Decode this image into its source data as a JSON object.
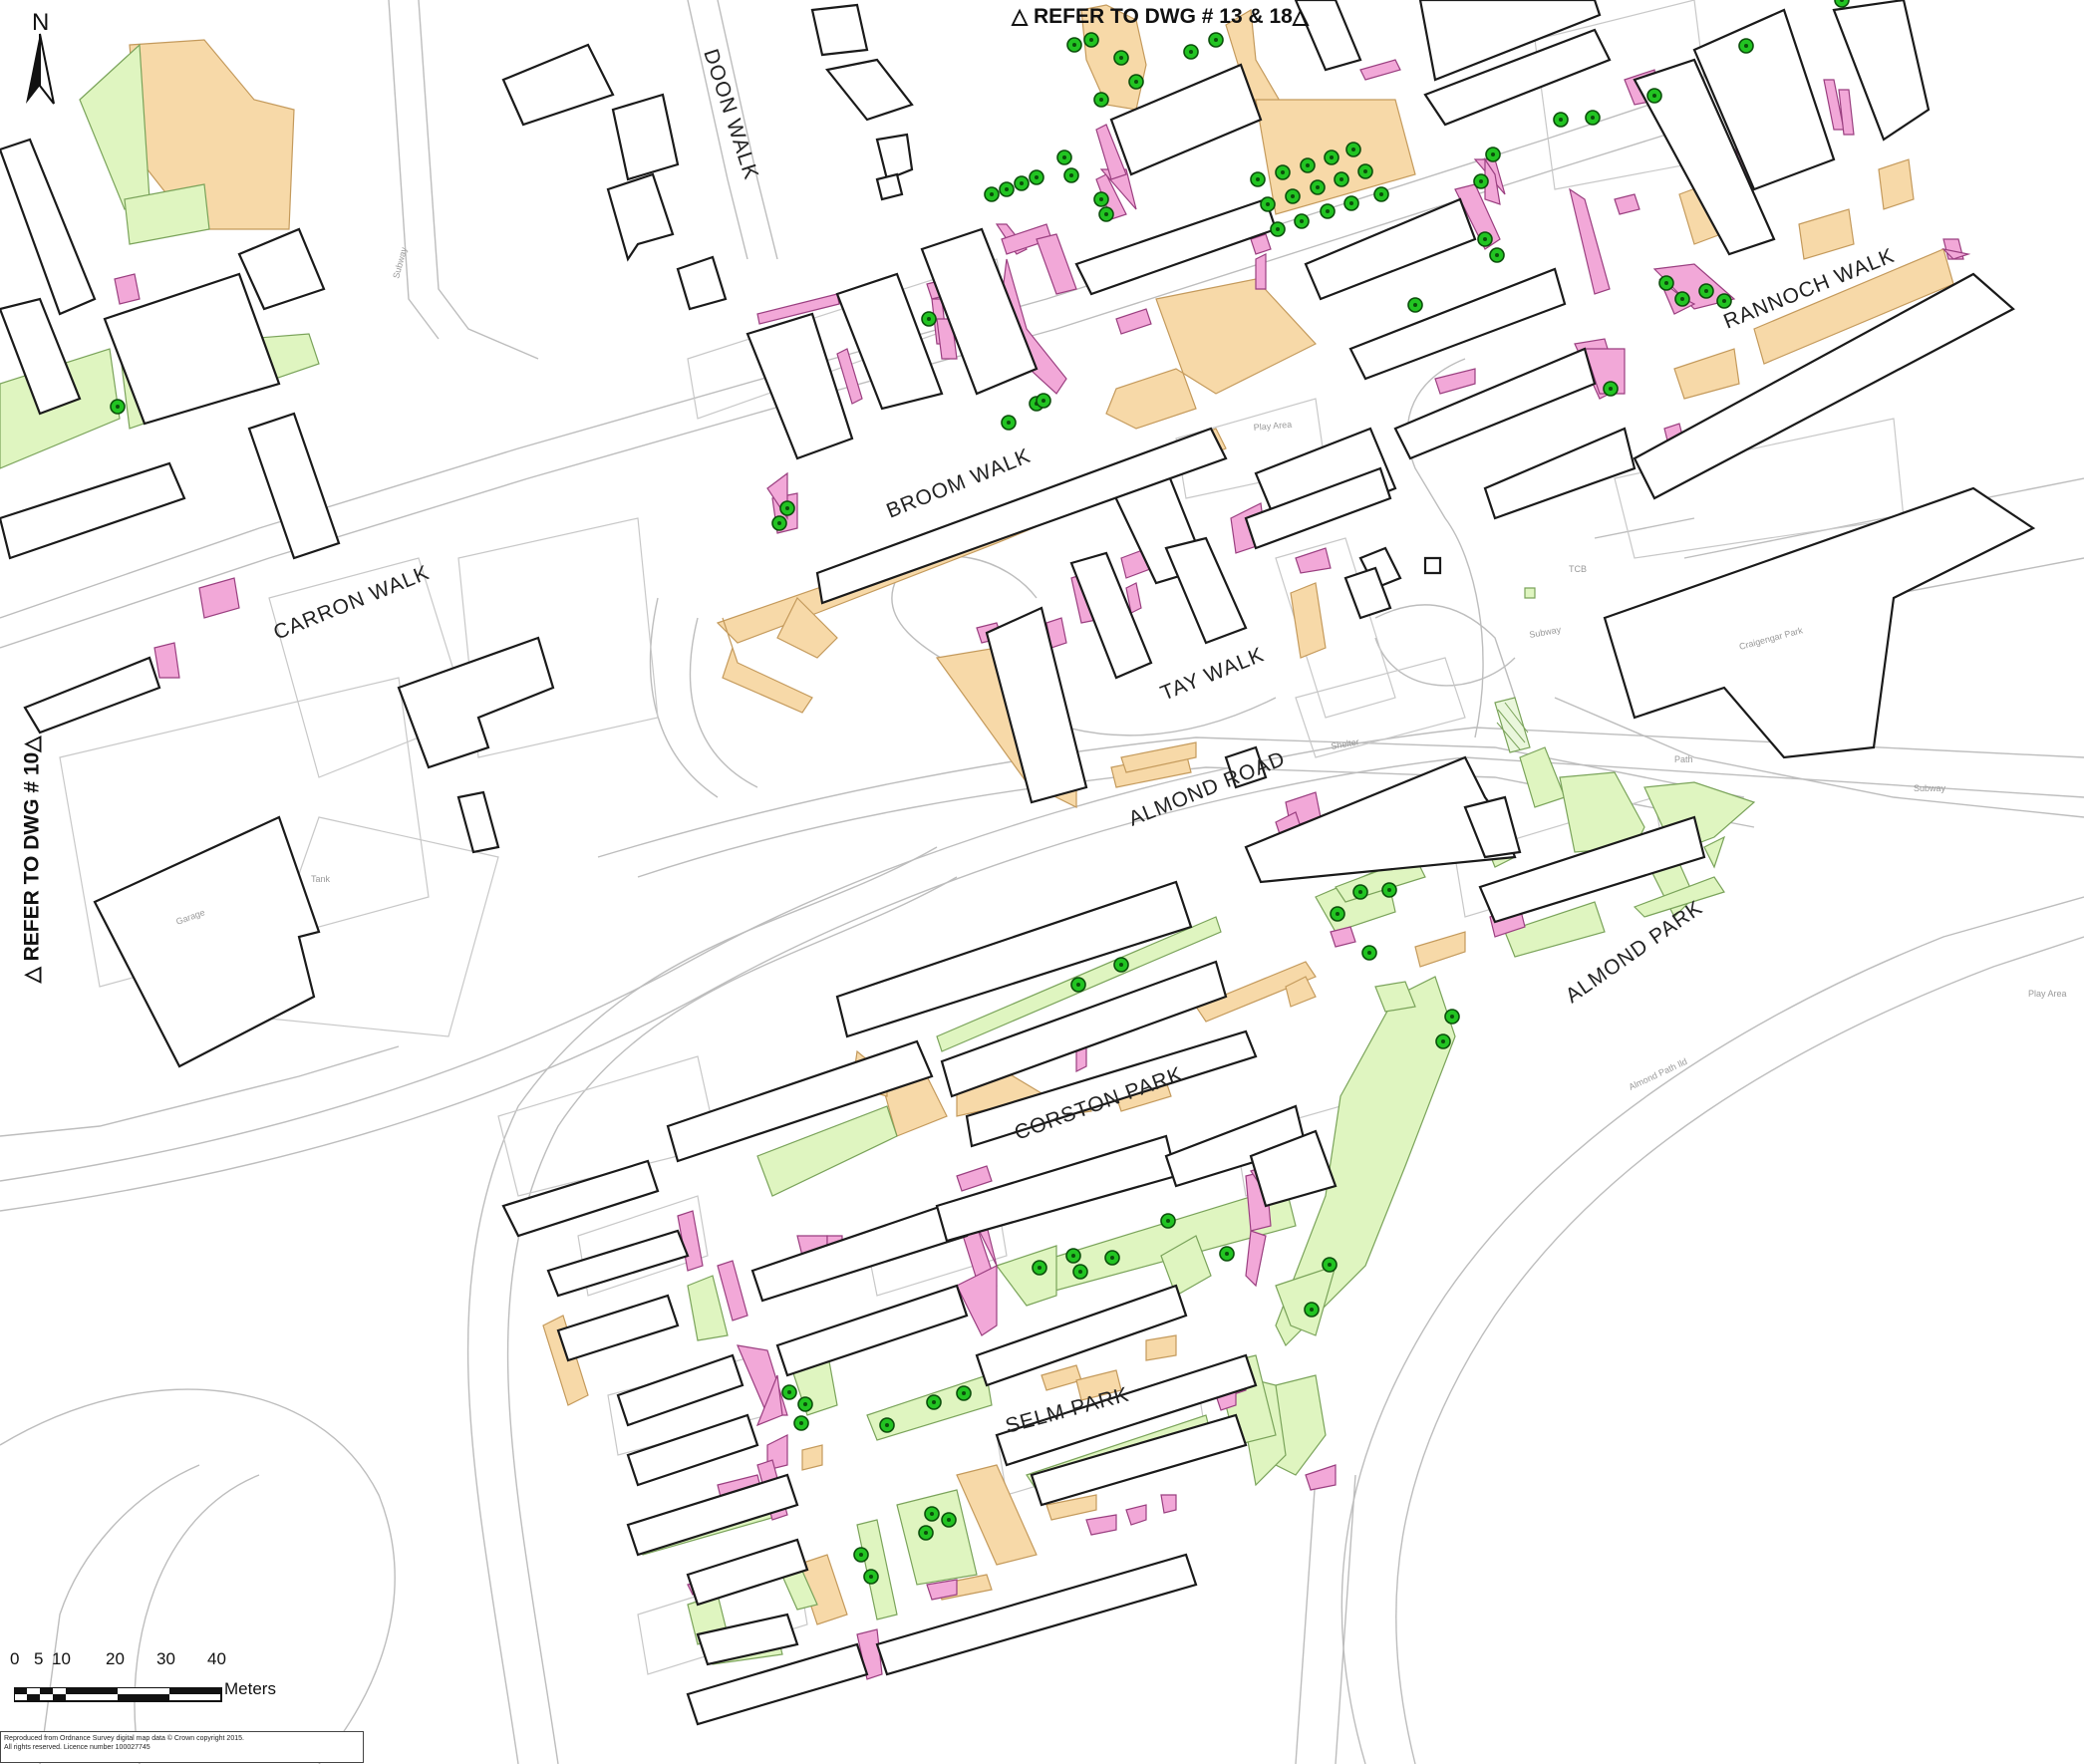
{
  "references": {
    "top": "△ REFER TO DWG # 13 & 18△",
    "left": "△ REFER TO DWG # 10△"
  },
  "north_arrow": {
    "label": "N",
    "icon": "north-arrow-icon"
  },
  "streets": [
    {
      "id": "doon",
      "name": "DOON WALK"
    },
    {
      "id": "carron",
      "name": "CARRON WALK"
    },
    {
      "id": "broom",
      "name": "BROOM WALK"
    },
    {
      "id": "tay",
      "name": "TAY WALK"
    },
    {
      "id": "rannoch",
      "name": "RANNOCH WALK"
    },
    {
      "id": "almond_road",
      "name": "ALMOND ROAD"
    },
    {
      "id": "almond_park",
      "name": "ALMOND PARK"
    },
    {
      "id": "corston",
      "name": "CORSTON PARK"
    },
    {
      "id": "selm",
      "name": "SELM PARK"
    }
  ],
  "feature_labels": {
    "play_area": "Play Area",
    "garage": "Garage",
    "tank": "Tank",
    "subway": "Subway",
    "shelter": "Shelter",
    "craigengar_park": "Craigengar Park",
    "almond_path": "Almond Path Ild",
    "play_area_right": "Play Area",
    "path": "Path",
    "tcb": "TCB"
  },
  "scale_bar": {
    "ticks": [
      "0",
      "5",
      "10",
      "20",
      "30",
      "40"
    ],
    "unit": "Meters"
  },
  "credit": {
    "line1": "Reproduced from Ordnance Survey digital map data © Crown copyright 2015.",
    "line2": "All rights reserved. Licence number 100027745"
  },
  "colors": {
    "amenity": "#f7d9a8",
    "hedge": "#f2a8d8",
    "grass": "#dff5c0",
    "tree": "#22c422",
    "building_outline": "#1a1a1a"
  }
}
